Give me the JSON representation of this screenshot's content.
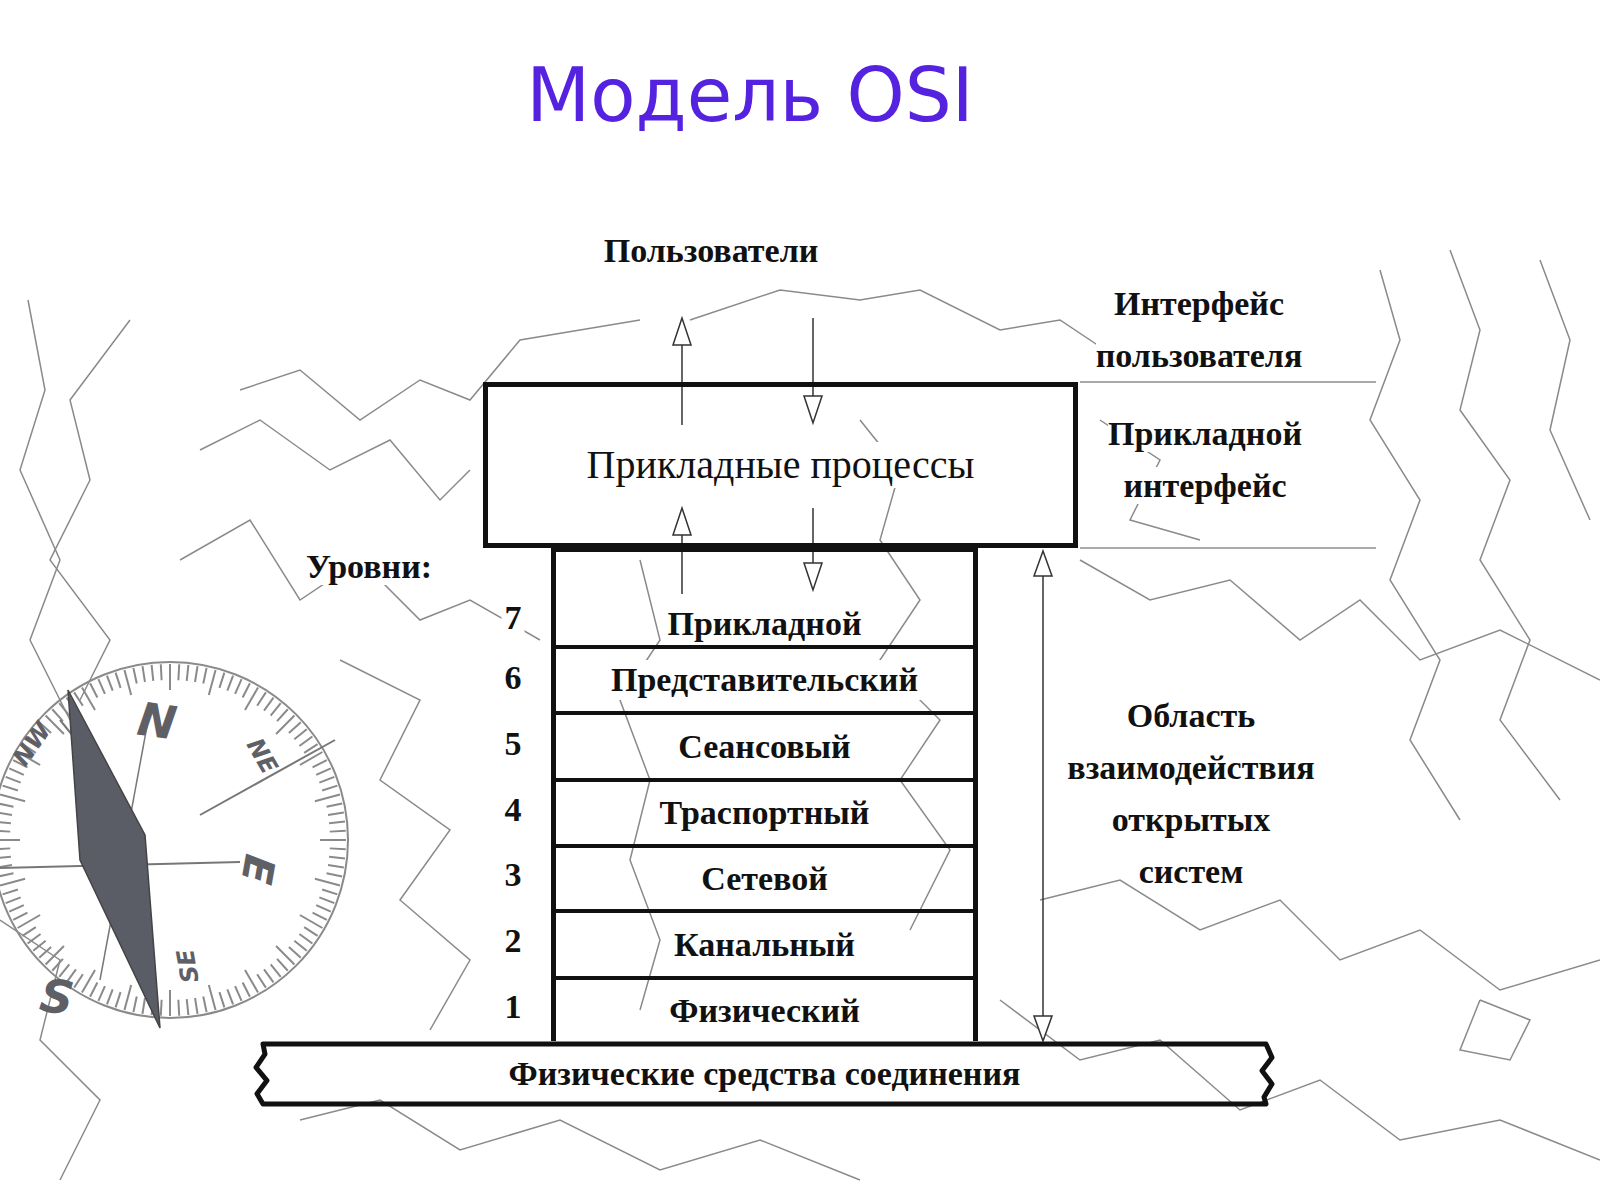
{
  "diagram": {
    "title": "Модель OSI",
    "nodes": [
      {
        "text": [
          "Прикладные процессы"
        ]
      },
      {
        "text": [
          "Прикладной"
        ]
      },
      {
        "text": [
          "Представительский"
        ]
      },
      {
        "text": [
          "Сеансовый"
        ]
      },
      {
        "text": [
          "Траспортный"
        ]
      },
      {
        "text": [
          "Сетевой"
        ]
      },
      {
        "text": [
          "Канальный"
        ]
      },
      {
        "text": [
          "Физический"
        ]
      },
      {
        "text": [
          "Физические средства соединения"
        ]
      }
    ],
    "edges": [
      {
        "from": 1,
        "to": 0,
        "arrow": "to"
      },
      {
        "from": 0,
        "to": 1,
        "arrow": "to"
      }
    ],
    "labels": [
      "Пользователи",
      "Интерфейс пользователя",
      "Прикладной интерфейс",
      "Уровни:",
      "7",
      "6",
      "5",
      "4",
      "3",
      "2",
      "1",
      "Область взаимодействия открытых систем",
      "N",
      "NW",
      "NE",
      "E",
      "S",
      "SE"
    ]
  }
}
